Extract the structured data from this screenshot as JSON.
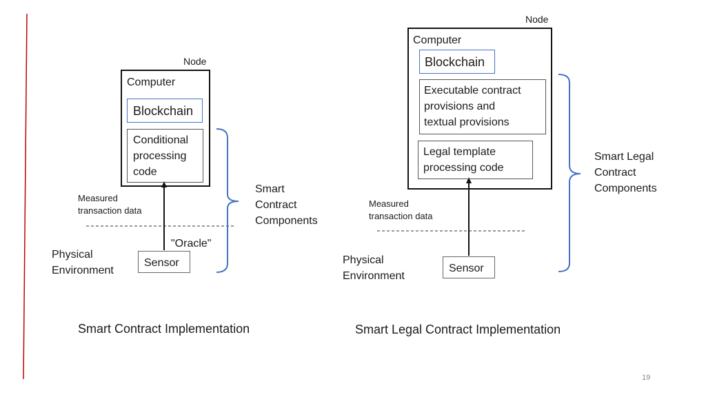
{
  "left": {
    "node_label": "Node",
    "computer_label": "Computer",
    "blockchain_label": "Blockchain",
    "code_lines": [
      "Conditional",
      "processing",
      "code"
    ],
    "measured_lines": [
      "Measured",
      "transaction data"
    ],
    "oracle_label": "\"Oracle\"",
    "environment_lines": [
      "Physical",
      "Environment"
    ],
    "sensor_label": "Sensor",
    "components_lines": [
      "Smart",
      "Contract",
      "Components"
    ],
    "caption": "Smart Contract Implementation"
  },
  "right": {
    "node_label": "Node",
    "computer_label": "Computer",
    "blockchain_label": "Blockchain",
    "provisions_lines": [
      "Executable contract",
      "provisions and",
      "textual provisions"
    ],
    "template_lines": [
      "Legal template",
      "processing code"
    ],
    "measured_lines": [
      "Measured",
      "transaction data"
    ],
    "environment_lines": [
      "Physical",
      "Environment"
    ],
    "sensor_label": "Sensor",
    "components_lines": [
      "Smart Legal",
      "Contract",
      "Components"
    ],
    "caption": "Smart Legal Contract Implementation"
  },
  "slide_number": "19",
  "colors": {
    "accent_line": "#c00000",
    "bracket": "#4472c4",
    "box_inner": "#4472c4",
    "text": "#1a1a1a"
  }
}
